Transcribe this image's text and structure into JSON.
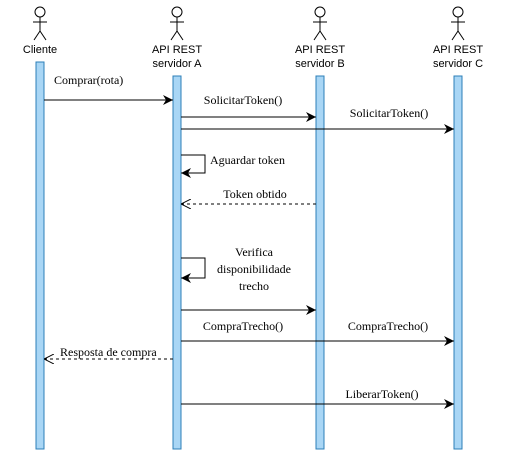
{
  "participants": [
    {
      "id": "cliente",
      "label_lines": [
        "Cliente"
      ]
    },
    {
      "id": "servA",
      "label_lines": [
        "API REST",
        "servidor A"
      ]
    },
    {
      "id": "servB",
      "label_lines": [
        "API REST",
        "servidor B"
      ]
    },
    {
      "id": "servC",
      "label_lines": [
        "API REST",
        "servidor C"
      ]
    }
  ],
  "messages": [
    {
      "id": "comprar",
      "from": "cliente",
      "to": "servA",
      "kind": "sync",
      "lines": [
        "Comprar(rota)"
      ]
    },
    {
      "id": "solicitar-b",
      "from": "servA",
      "to": "servB",
      "kind": "sync",
      "lines": [
        "SolicitarToken()"
      ]
    },
    {
      "id": "solicitar-c",
      "from": "servA",
      "to": "servC",
      "kind": "sync",
      "lines": [
        "SolicitarToken()"
      ]
    },
    {
      "id": "aguardar",
      "from": "servA",
      "to": "servA",
      "kind": "self",
      "lines": [
        "Aguardar token"
      ]
    },
    {
      "id": "token-obtido",
      "from": "servB",
      "to": "servA",
      "kind": "return",
      "lines": [
        "Token obtido"
      ]
    },
    {
      "id": "verifica",
      "from": "servA",
      "to": "servA",
      "kind": "self",
      "lines": [
        "Verifica",
        "disponibilidade",
        "trecho"
      ]
    },
    {
      "id": "compra-b",
      "from": "servA",
      "to": "servB",
      "kind": "sync",
      "lines": [
        "CompraTrecho()"
      ]
    },
    {
      "id": "compra-c",
      "from": "servA",
      "to": "servC",
      "kind": "sync",
      "lines": [
        "CompraTrecho()"
      ]
    },
    {
      "id": "resposta",
      "from": "servA",
      "to": "cliente",
      "kind": "return",
      "lines": [
        "Resposta de compra"
      ]
    },
    {
      "id": "liberar",
      "from": "servA",
      "to": "servC",
      "kind": "sync",
      "lines": [
        "LiberarToken()"
      ]
    }
  ],
  "colors": {
    "lifeline_fill": "#A9D6F5",
    "lifeline_stroke": "#2C7FB8",
    "line": "#000000"
  }
}
